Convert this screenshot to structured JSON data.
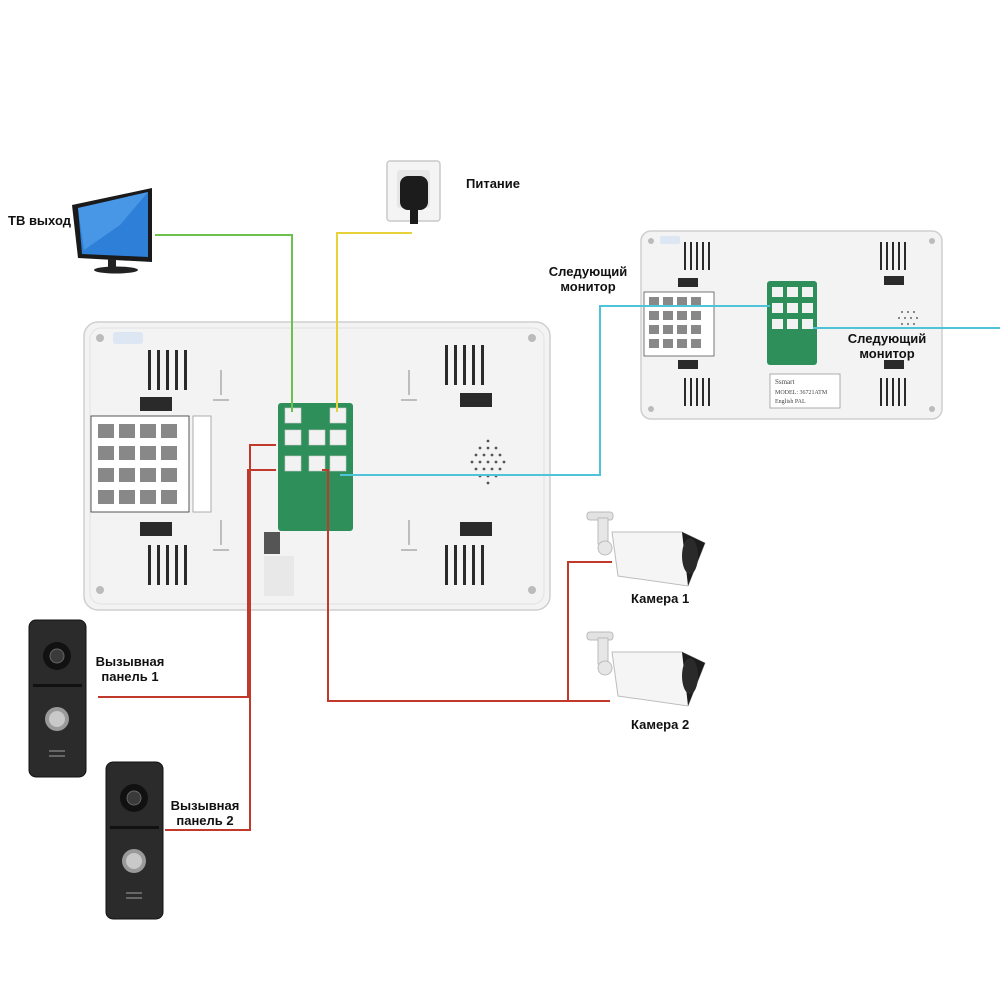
{
  "labels": {
    "tv_out": "ТВ выход",
    "power": "Питание",
    "next_monitor_left": "Следующий\nмонитор",
    "next_monitor_right": "Следующий\nмонитор",
    "camera1": "Камера 1",
    "camera2": "Камера 2",
    "panel1": "Вызывная\nпанель 1",
    "panel2": "Вызывная\nпанель 2"
  },
  "monitor_secondary": {
    "brand": "Ssmart",
    "model": "MODEL: 36721ATM",
    "lang": "English PAL"
  },
  "colors": {
    "tv_wire": "#6cc24a",
    "power_wire": "#e8d23a",
    "monitor_wire": "#4fc3d9",
    "camera_wire": "#c0392b",
    "panel_wire": "#c0392b",
    "board": "#2f8f5a",
    "monitor_body": "#f4f4f4",
    "panel_body": "#2b2b2b"
  }
}
